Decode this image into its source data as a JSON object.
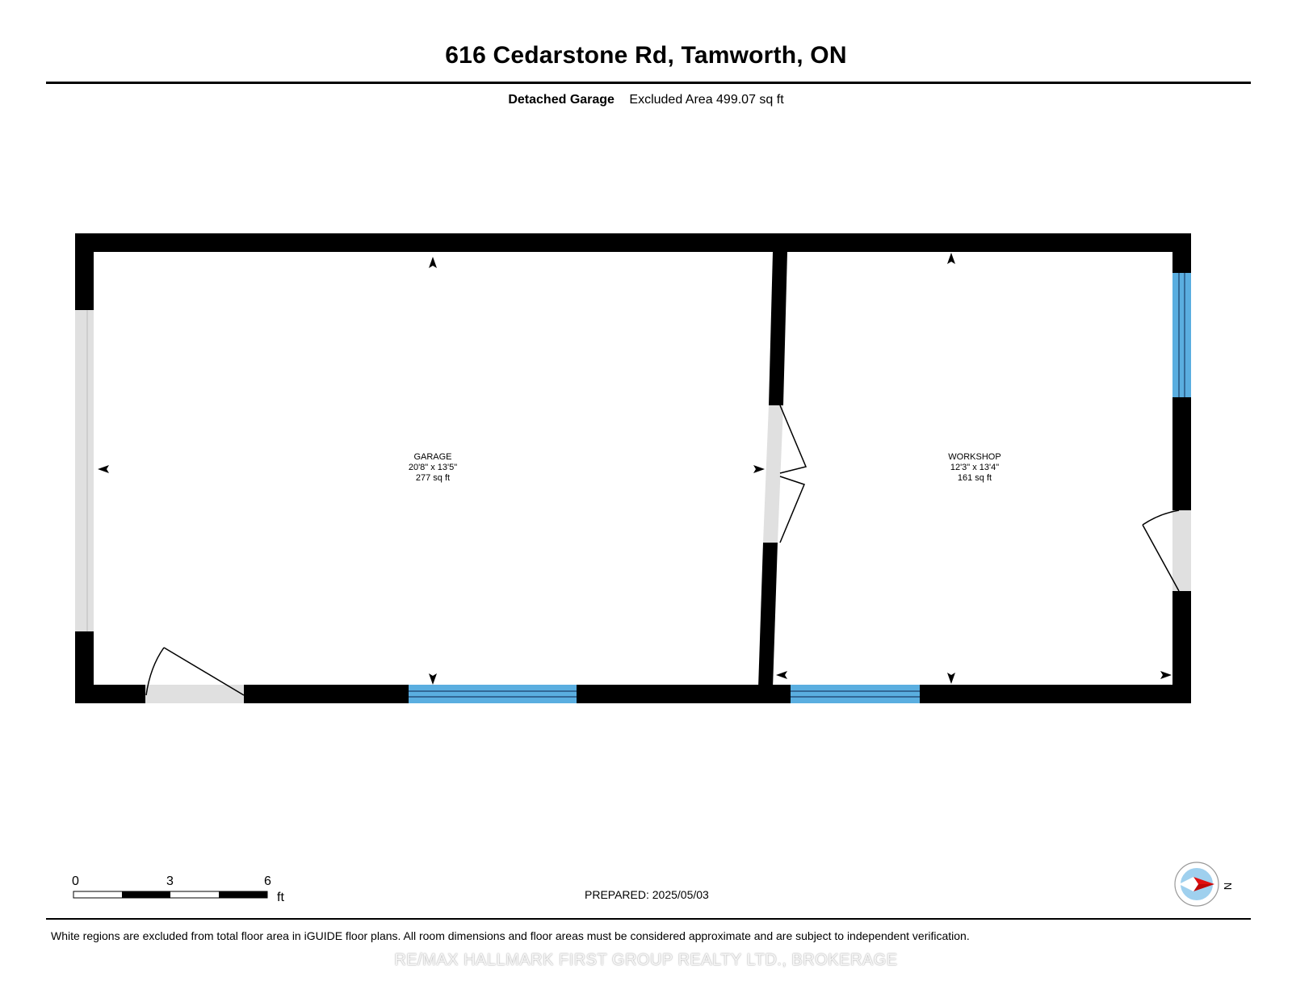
{
  "header": {
    "title": "616 Cedarstone Rd, Tamworth, ON",
    "level_name": "Detached Garage",
    "area_text": "Excluded Area 499.07 sq ft"
  },
  "rooms": [
    {
      "name": "GARAGE",
      "dimensions": "20'8\" x 13'5\"",
      "area": "277 sq ft"
    },
    {
      "name": "WORKSHOP",
      "dimensions": "12'3\" x 13'4\"",
      "area": "161 sq ft"
    }
  ],
  "scale_bar": {
    "ticks": [
      "0",
      "3",
      "6"
    ],
    "unit": "ft"
  },
  "footer": {
    "prepared": "PREPARED: 2025/05/03",
    "disclaimer": "White regions are excluded from total floor area in iGUIDE floor plans. All room dimensions and floor areas must be considered approximate and are subject to independent verification.",
    "watermark": "RE/MAX HALLMARK FIRST GROUP REALTY LTD., BROKERAGE"
  },
  "compass": {
    "label": "N",
    "icon": "compass-icon"
  },
  "colors": {
    "wall": "#000000",
    "window": "#5aaee0",
    "opening": "#e0e0e0",
    "compass_arrow": "#e01010",
    "compass_disc": "#9fd0ee"
  }
}
